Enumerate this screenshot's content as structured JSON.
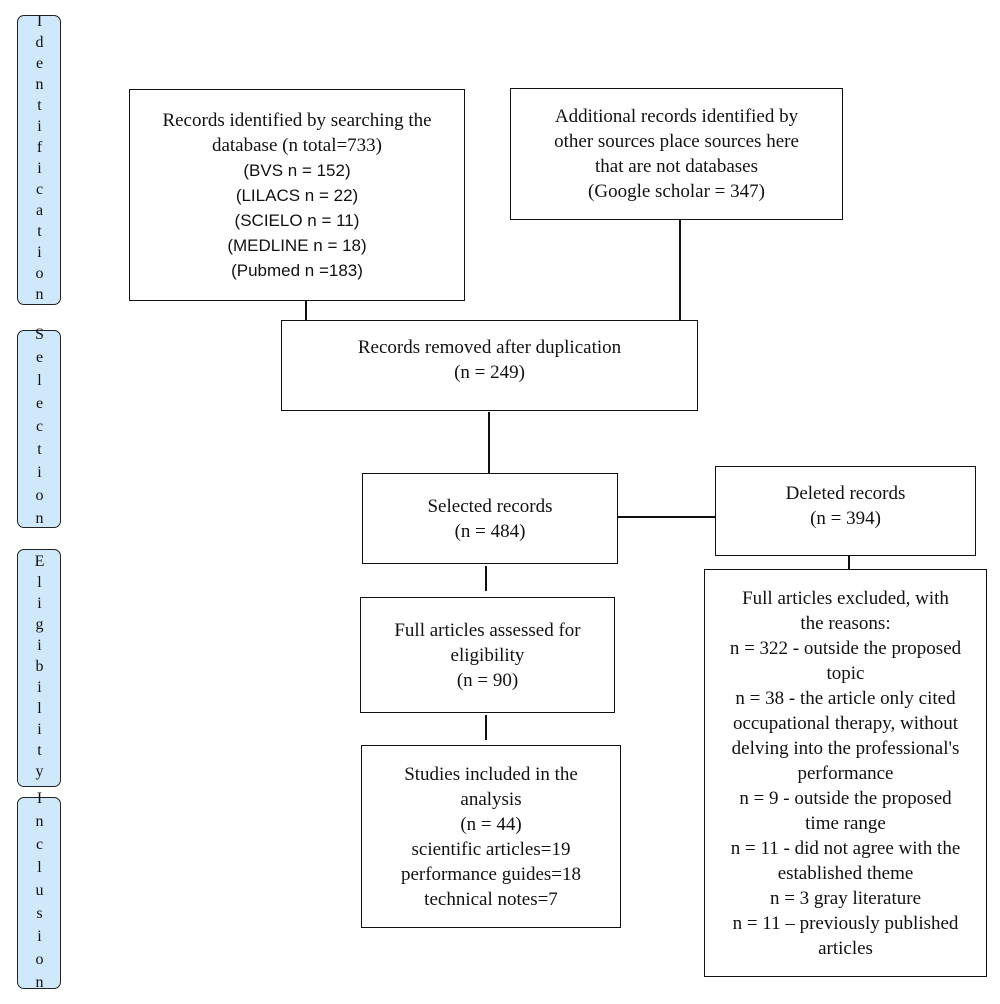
{
  "phases": {
    "identification": "Identification",
    "selection": "Selection",
    "eligibility": "Eligibility",
    "inclusion": "Inclusion"
  },
  "boxes": {
    "records_database": {
      "line1": "Records identified by searching the",
      "line2": "database (n total=733)",
      "items": [
        "(BVS  n = 152)",
        "(LILACS n = 22)",
        "(SCIELO n = 11)",
        "(MEDLINE n = 18)",
        "(Pubmed n =183)"
      ]
    },
    "additional_records": {
      "line1": "Additional records identified by",
      "line2": "other sources place sources here",
      "line3": "that are not databases",
      "line4": "(Google scholar = 347)"
    },
    "duplicates_removed": {
      "line1": "Records removed after duplication",
      "line2": "(n = 249)"
    },
    "selected_records": {
      "line1": "Selected records",
      "line2": "(n = 484)"
    },
    "deleted_records": {
      "line1": "Deleted records",
      "line2": "(n = 394)"
    },
    "full_articles": {
      "line1": "Full articles assessed for",
      "line2": "eligibility",
      "line3": "(n = 90)"
    },
    "studies_included": {
      "lines": [
        "Studies included in the",
        "analysis",
        "(n = 44)",
        "scientific articles=19",
        "performance guides=18",
        "technical notes=7"
      ]
    },
    "excluded": {
      "lines": [
        "Full articles excluded, with",
        "the reasons:",
        "n = 322 - outside the proposed",
        "topic",
        "n = 38 - the article only cited",
        "occupational therapy, without",
        "delving into the professional's",
        "performance",
        "n = 9 - outside the proposed",
        "time range",
        "n = 11 - did not agree with the",
        "established theme",
        "n = 3 gray literature",
        "n = 11 – previously published",
        "articles"
      ]
    }
  }
}
